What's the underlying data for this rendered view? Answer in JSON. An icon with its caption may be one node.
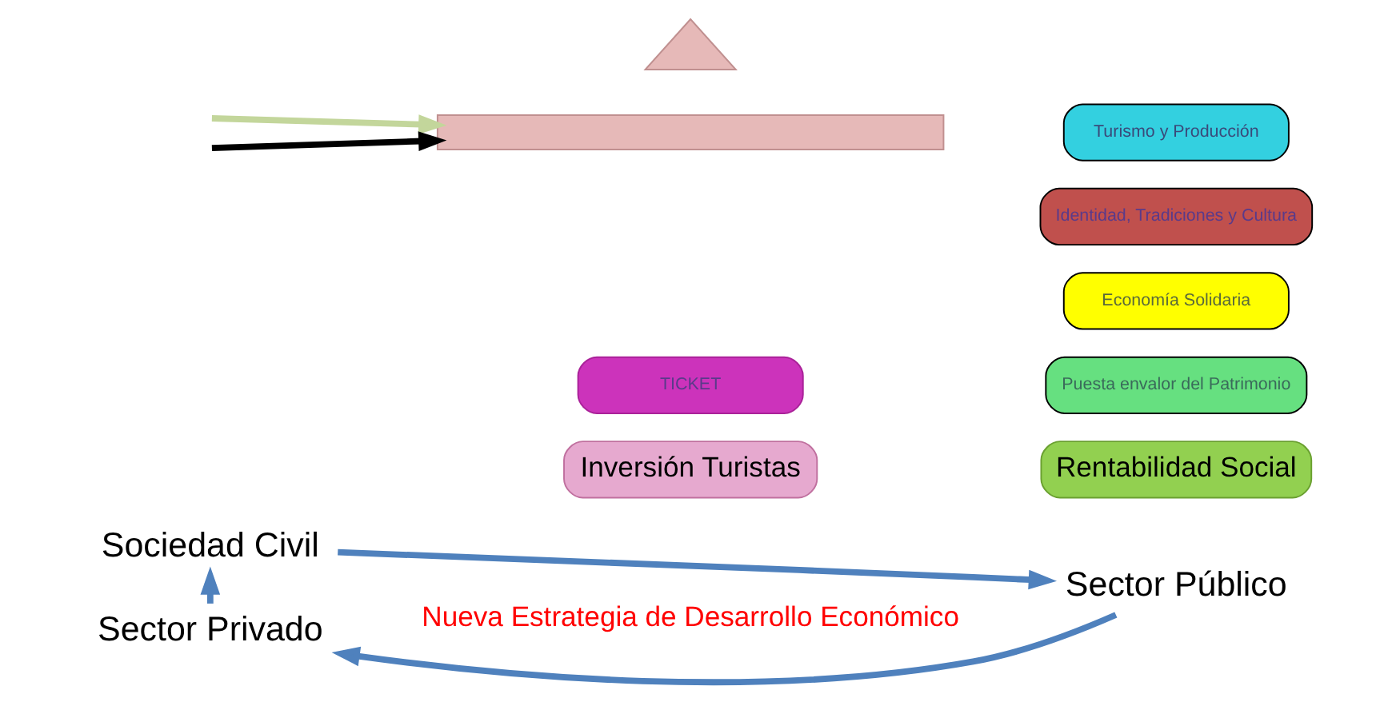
{
  "diagram": {
    "nodes": [
      {
        "text": [
          "Sociedad Civil"
        ]
      },
      {
        "text": [
          "Sector Público"
        ]
      },
      {
        "text": [
          "Sector Privado"
        ]
      },
      {
        "text": [
          "Nueva Estrategia de Desarrollo Económico"
        ]
      },
      {
        "text": [
          "Inversión Turistas"
        ]
      },
      {
        "text": [
          "Rentabilidad Social"
        ]
      },
      {
        "text": [
          "TICKET"
        ]
      },
      {
        "text": [
          "Puesta envalor del Patrimonio"
        ]
      },
      {
        "text": [
          "Economía Solidaria"
        ]
      },
      {
        "text": [
          "Identidad, Tradiciones y Cultura"
        ]
      },
      {
        "text": [
          "Turismo y Producción"
        ]
      },
      {
        "text": [],
        "shape": "bar"
      },
      {
        "text": [],
        "shape": "triangle"
      }
    ],
    "edges": [
      {
        "from": 0,
        "to": 1,
        "arrow": "to"
      },
      {
        "from": 1,
        "to": 2,
        "arrow": "to"
      },
      {
        "from": 2,
        "to": 0,
        "arrow": "to"
      },
      {
        "from": null,
        "to": 11,
        "arrow": "to",
        "color": "#000000"
      },
      {
        "from": null,
        "to": 11,
        "arrow": "to",
        "color": "#c3d69b"
      }
    ]
  }
}
